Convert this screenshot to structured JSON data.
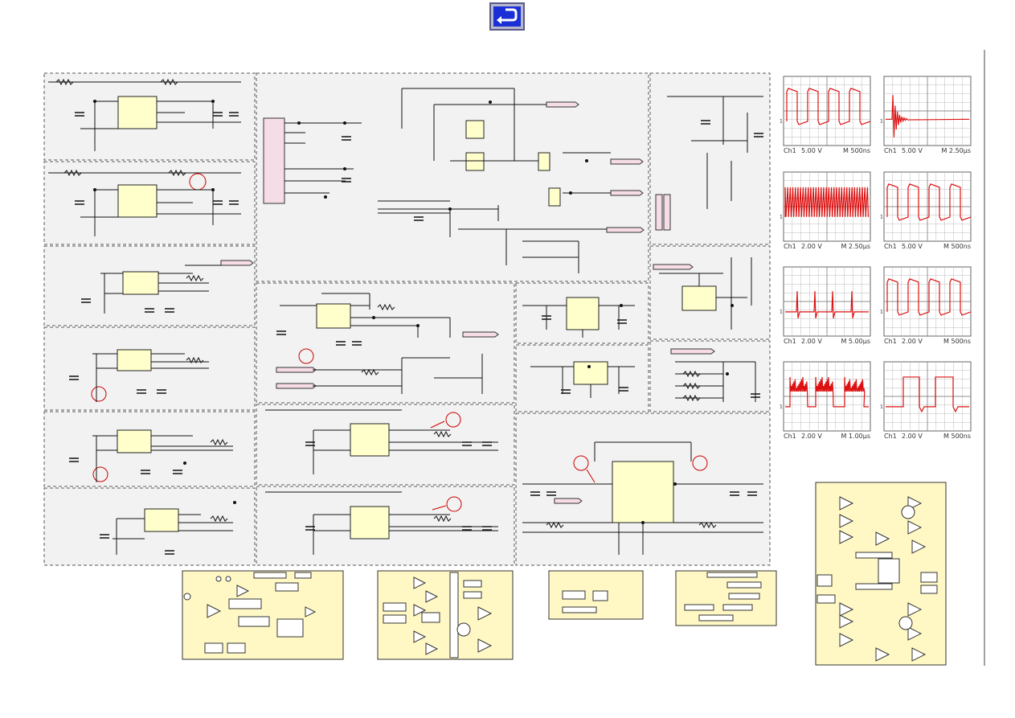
{
  "toolbar": {
    "back_button_icon": "return-arrow-icon",
    "back_button_color": "#1a2fd6"
  },
  "schematic": {
    "panel_fill": "#f2f2f2",
    "border_style": "dashed",
    "wire_color": "#111111",
    "ic_fill": "#ffffcc",
    "connector_fill": "#f6dce6",
    "test_point_color": "#cc0000",
    "block_diagram_fill": "#fff8c4"
  },
  "oscillograms": [
    {
      "channel": "Ch1",
      "volts": "5.00 V",
      "time": "M 500ns"
    },
    {
      "channel": "Ch1",
      "volts": "5.00 V",
      "time": "M 2.50µs"
    },
    {
      "channel": "Ch1",
      "volts": "2.00 V",
      "time": "M 2.50µs"
    },
    {
      "channel": "Ch1",
      "volts": "5.00 V",
      "time": "M 500ns"
    },
    {
      "channel": "Ch1",
      "volts": "2.00 V",
      "time": "M 5.00µs"
    },
    {
      "channel": "Ch1",
      "volts": "2.00 V",
      "time": "M 500ns"
    },
    {
      "channel": "Ch1",
      "volts": "2.00 V",
      "time": "M 1.00µs"
    },
    {
      "channel": "Ch1",
      "volts": "2.00 V",
      "time": "M 500ns"
    }
  ],
  "osc_marker": "1",
  "trace_color": "#dd1111"
}
